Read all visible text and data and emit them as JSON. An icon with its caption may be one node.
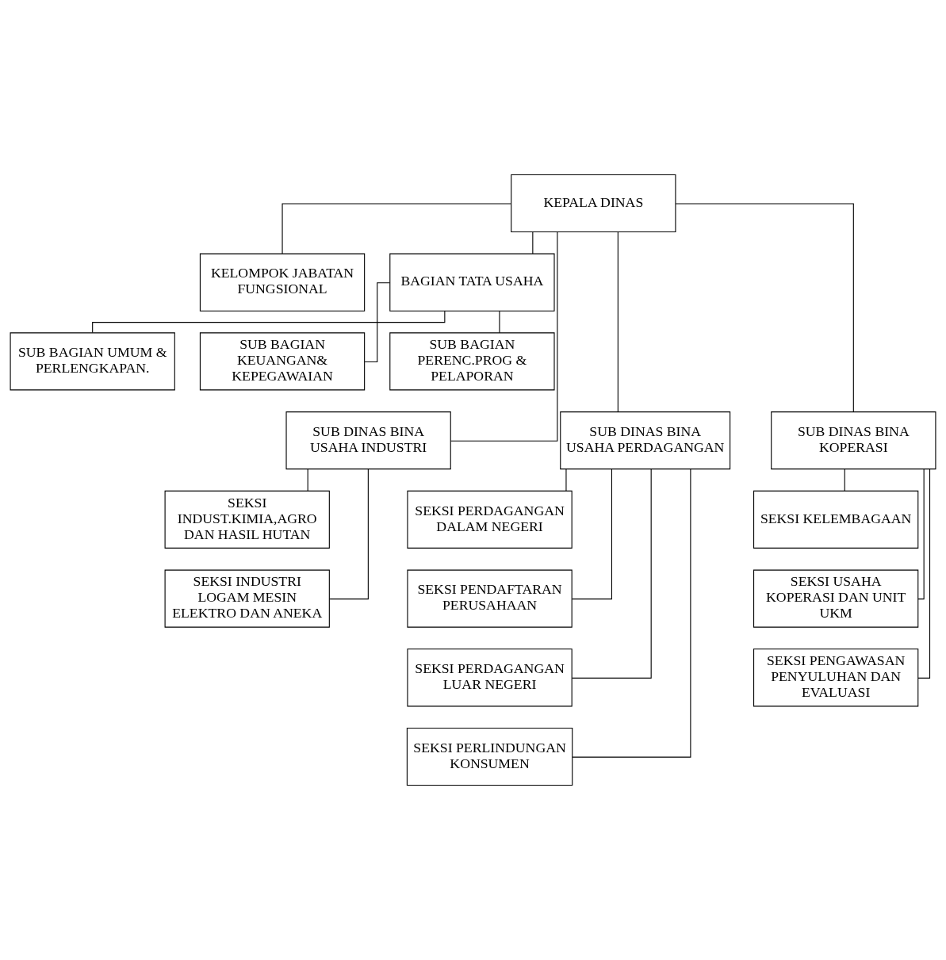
{
  "diagram": {
    "nodes": [
      {
        "text": [
          "KEPALA DINAS"
        ]
      },
      {
        "text": [
          "KELOMPOK JABATAN FUNGSIONAL"
        ]
      },
      {
        "text": [
          "BAGIAN TATA USAHA"
        ]
      },
      {
        "text": [
          "SUB BAGIAN UMUM & PERLENGKAPAN."
        ]
      },
      {
        "text": [
          "SUB BAGIAN KEUANGAN& KEPEGAWAIAN"
        ]
      },
      {
        "text": [
          "SUB BAGIAN PERENC.PROG & PELAPORAN"
        ]
      },
      {
        "text": [
          "SUB DINAS BINA USAHA INDUSTRI"
        ]
      },
      {
        "text": [
          "SEKSI INDUST.KIMIA,AGRO DAN HASIL HUTAN"
        ]
      },
      {
        "text": [
          "SEKSI INDUSTRI LOGAM MESIN ELEKTRO DAN ANEKA"
        ]
      },
      {
        "text": [
          "SUB DINAS BINA USAHA PERDAGANGAN"
        ]
      },
      {
        "text": [
          "SEKSI PERDAGANGAN DALAM NEGERI"
        ]
      },
      {
        "text": [
          "SEKSI PENDAFTARAN PERUSAHAAN"
        ]
      },
      {
        "text": [
          "SEKSI PERDAGANGAN LUAR NEGERI"
        ]
      },
      {
        "text": [
          "SEKSI PERLINDUNGAN KONSUMEN"
        ]
      },
      {
        "text": [
          "SUB DINAS BINA KOPERASI"
        ]
      },
      {
        "text": [
          "SEKSI KELEMBAGAAN"
        ]
      },
      {
        "text": [
          "SEKSI USAHA KOPERASI DAN UNIT UKM"
        ]
      },
      {
        "text": [
          "SEKSI PENGAWASAN PENYULUHAN DAN EVALUASI"
        ]
      }
    ],
    "edges": [
      {
        "from": 0,
        "to": 1,
        "arrow": "none"
      },
      {
        "from": 0,
        "to": 2,
        "arrow": "none"
      },
      {
        "from": 2,
        "to": 3,
        "arrow": "none"
      },
      {
        "from": 2,
        "to": 4,
        "arrow": "none"
      },
      {
        "from": 2,
        "to": 5,
        "arrow": "none"
      },
      {
        "from": 0,
        "to": 6,
        "arrow": "none"
      },
      {
        "from": 0,
        "to": 9,
        "arrow": "none"
      },
      {
        "from": 0,
        "to": 14,
        "arrow": "none"
      },
      {
        "from": 6,
        "to": 7,
        "arrow": "none"
      },
      {
        "from": 6,
        "to": 8,
        "arrow": "none"
      },
      {
        "from": 9,
        "to": 10,
        "arrow": "none"
      },
      {
        "from": 9,
        "to": 11,
        "arrow": "none"
      },
      {
        "from": 9,
        "to": 12,
        "arrow": "none"
      },
      {
        "from": 9,
        "to": 13,
        "arrow": "none"
      },
      {
        "from": 14,
        "to": 15,
        "arrow": "none"
      },
      {
        "from": 14,
        "to": 16,
        "arrow": "none"
      },
      {
        "from": 14,
        "to": 17,
        "arrow": "none"
      }
    ]
  }
}
